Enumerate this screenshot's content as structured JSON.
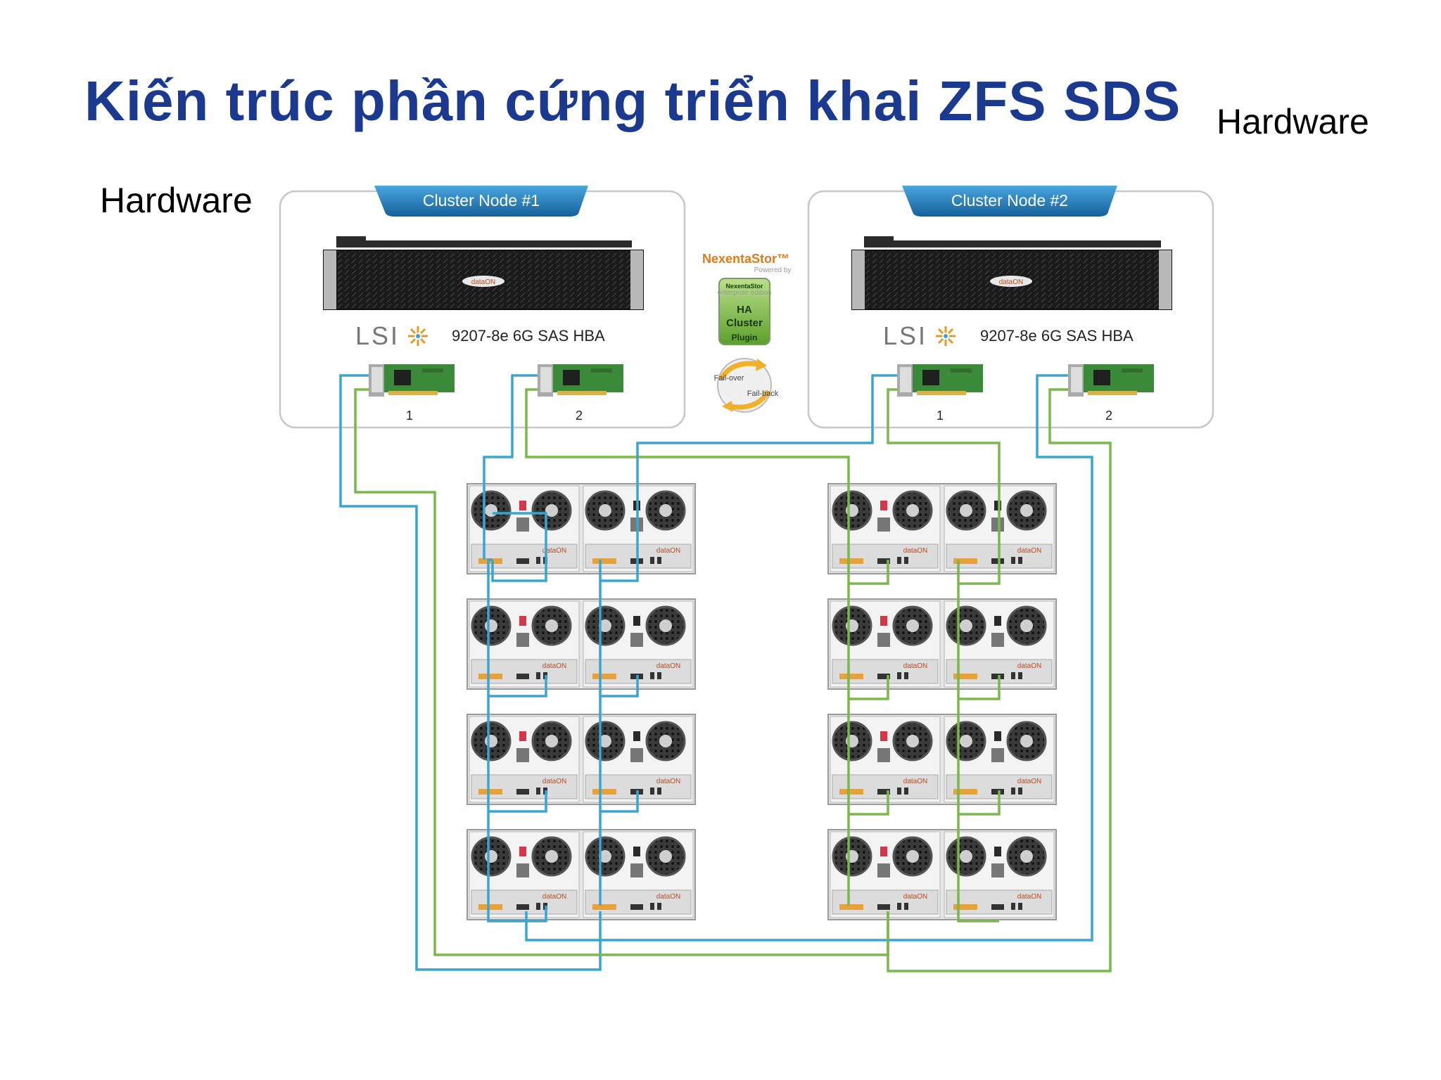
{
  "slide": {
    "title": "Kiến trúc phần cứng triển khai ZFS SDS",
    "hardware_label_left": "Hardware",
    "hardware_label_right": "Hardware"
  },
  "nodes": [
    {
      "label": "Cluster Node #1",
      "hba_brand": "LSI",
      "hba_model": "9207-8e  6G SAS HBA",
      "ports": [
        "1",
        "2"
      ],
      "server_brand": "dataON"
    },
    {
      "label": "Cluster Node #2",
      "hba_brand": "LSI",
      "hba_model": "9207-8e  6G SAS HBA",
      "ports": [
        "1",
        "2"
      ],
      "server_brand": "dataON"
    }
  ],
  "middle": {
    "nexenta_title": "NexentaStor™",
    "powered_by": "Powered by",
    "plugin_header": "NexentaStor",
    "plugin_edition": "enterprise edition",
    "plugin_line1": "HA",
    "plugin_line2": "Cluster",
    "plugin_line3": "Plugin",
    "failover": "Fail-over",
    "failback": "Fail-back"
  },
  "jbods": {
    "brand": "dataON",
    "columns": 2,
    "rows": 4
  },
  "colors": {
    "title": "#1b3a8f",
    "cable_blue": "#3aa5d0",
    "cable_green": "#7ab84a",
    "tab_blue": "#1e7ab8",
    "box_border": "#c8c8c8"
  }
}
